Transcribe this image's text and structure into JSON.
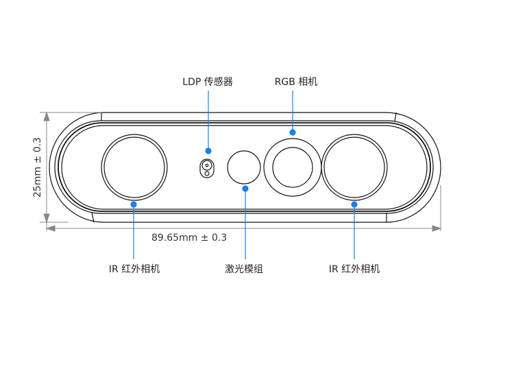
{
  "labels": {
    "ldp_sensor": "LDP 传感器",
    "rgb_camera": "RGB 相机",
    "ir_camera_left": "IR 红外相机",
    "laser_module": "激光模组",
    "ir_camera_right": "IR 红外相机"
  },
  "dimensions": {
    "width": "89.65mm ± 0.3",
    "height": "25mm ± 0.3"
  },
  "colors": {
    "accent": "#1a7fe8",
    "line": "#111111",
    "dim": "#888888"
  }
}
